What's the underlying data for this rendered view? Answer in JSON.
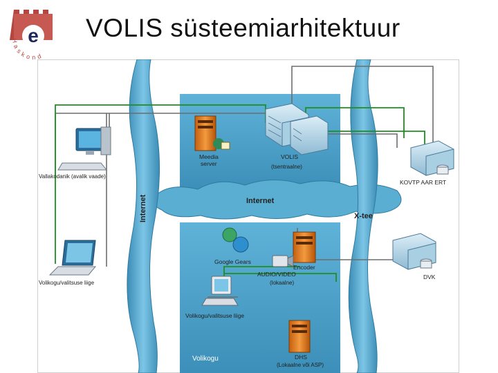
{
  "title": "VOLIS süsteemiarhitektuur",
  "logo": {
    "letter": "e",
    "ring_text": "Haskond"
  },
  "diagram": {
    "labels": {
      "internet_vertical": "Internet",
      "internet_cloud": "Internet",
      "xtee": "X-tee",
      "kodanik": "Vallakodanik (avalik vaade)",
      "volikogu_left": "Volikogu/valitsuse liige",
      "meedia_line1": "Meedia",
      "meedia_line2": "server",
      "volis_line1": "VOLIS",
      "volis_line2": "(tsentraalne)",
      "kovtp": "KOVTP AAR ERT",
      "dvk": "DVK",
      "google_gears": "Google Gears",
      "encoder": "Encoder",
      "audio_video_line1": "AUDIO/VIDEO",
      "audio_video_line2": "(lokaalne)",
      "volikogu_inner": "Volikogu/valitsuse liige",
      "dhs": "DHS",
      "dhs_sub": "(Lokaalne või ASP)",
      "volikogu_zone": "Volikogu"
    },
    "colors": {
      "zone_blue": "#4a9fc6",
      "cloud": "#5aaed1",
      "green_line": "#1f8f1f",
      "gray_line": "#6d6d6d",
      "server_orange": "#e07a1e"
    }
  }
}
